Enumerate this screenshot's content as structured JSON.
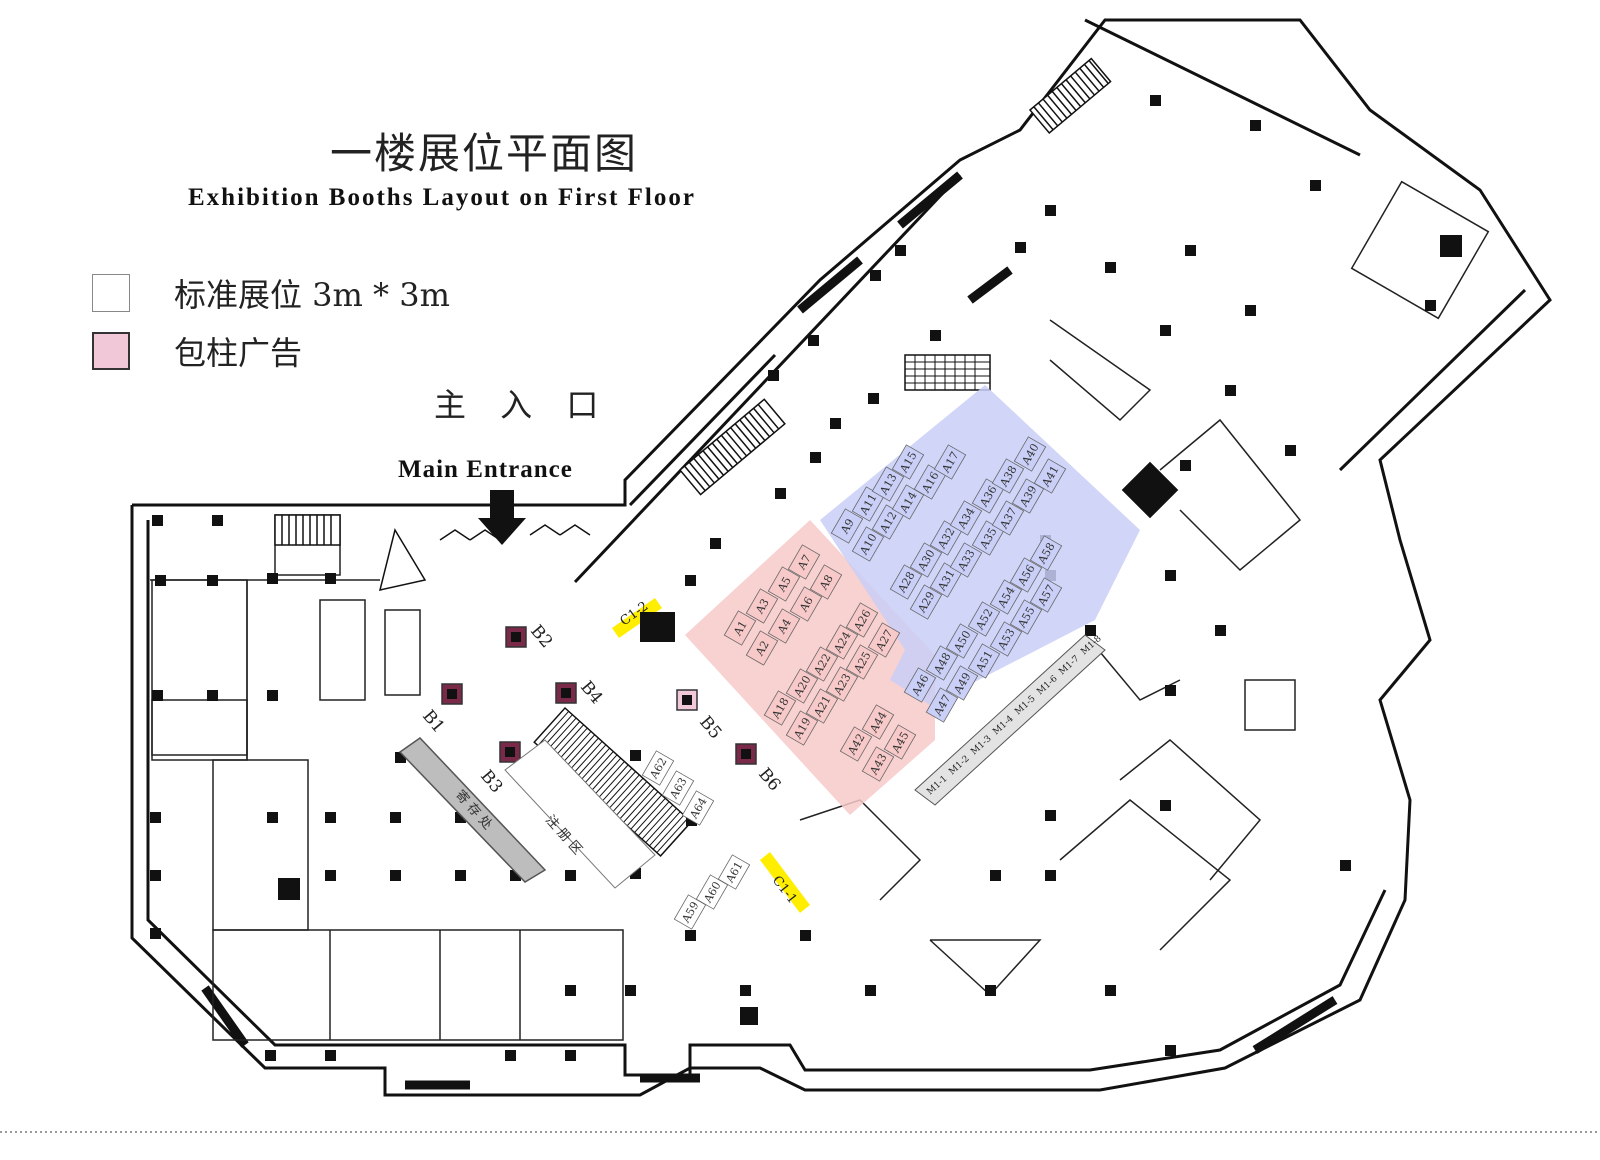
{
  "title": {
    "cn": "一楼展位平面图",
    "en": "Exhibition Booths Layout on First Floor"
  },
  "legend": [
    {
      "kind": "standard",
      "label": "标准展位 3m * 3m",
      "swatch_color": "#ffffff"
    },
    {
      "kind": "column",
      "label": "包柱广告",
      "swatch_color": "#f0c8d8"
    }
  ],
  "entrance": {
    "cn": "主 入 口",
    "en": "Main Entrance"
  },
  "zones": {
    "pink_color": "#f7c9c9",
    "blue_color": "#c9cff7"
  },
  "booths_pink": [
    "A1",
    "A2",
    "A3",
    "A4",
    "A5",
    "A6",
    "A7",
    "A8",
    "A18",
    "A19",
    "A20",
    "A21",
    "A22",
    "A23",
    "A24",
    "A25",
    "A26",
    "A27",
    "A42",
    "A43",
    "A44",
    "A45"
  ],
  "booths_blue": [
    "A9",
    "A10",
    "A11",
    "A12",
    "A13",
    "A14",
    "A15",
    "A16",
    "A17",
    "A28",
    "A29",
    "A30",
    "A31",
    "A32",
    "A33",
    "A34",
    "A35",
    "A36",
    "A37",
    "A38",
    "A39",
    "A40",
    "A41",
    "A46",
    "A47",
    "A48",
    "A49",
    "A50",
    "A51",
    "A52",
    "A53",
    "A54",
    "A55",
    "A56",
    "A57",
    "A58"
  ],
  "booths_white": [
    "A59",
    "A60",
    "A61",
    "A62",
    "A63",
    "A64"
  ],
  "column_ads": [
    "B1",
    "B2",
    "B3",
    "B4",
    "B5",
    "B6"
  ],
  "cards": [
    "C1-1",
    "C1-2"
  ],
  "mezz": [
    "M1-1",
    "M1-2",
    "M1-3",
    "M1-4",
    "M1-5",
    "M1-6",
    "M1-7",
    "M1-8"
  ],
  "zone_labels": {
    "register": "注 册 区",
    "cloak": "寄 存 处"
  }
}
